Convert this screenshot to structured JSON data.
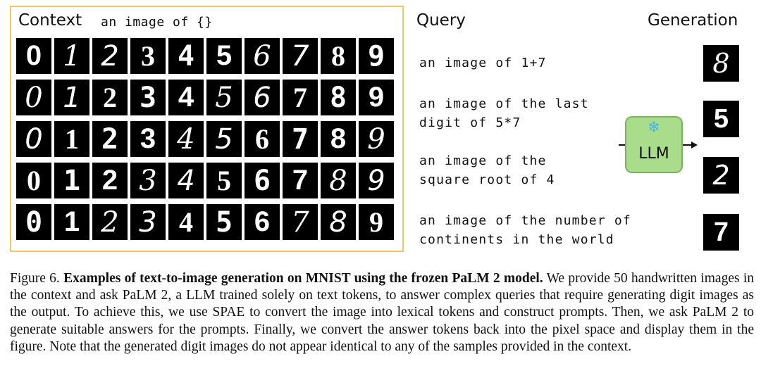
{
  "figure": {
    "context_title": "Context",
    "context_template": "an image of {}",
    "context_rows": [
      [
        "0",
        "1",
        "2",
        "3",
        "4",
        "5",
        "6",
        "7",
        "8",
        "9"
      ],
      [
        "0",
        "1",
        "2",
        "3",
        "4",
        "5",
        "6",
        "7",
        "8",
        "9"
      ],
      [
        "0",
        "1",
        "2",
        "3",
        "4",
        "5",
        "6",
        "7",
        "8",
        "9"
      ],
      [
        "0",
        "1",
        "2",
        "3",
        "4",
        "5",
        "6",
        "7",
        "8",
        "9"
      ],
      [
        "0",
        "1",
        "2",
        "3",
        "4",
        "5",
        "6",
        "7",
        "8",
        "9"
      ]
    ],
    "query_header": "Query",
    "generation_header": "Generation",
    "queries": [
      {
        "line1": "an image of 1+7",
        "line2": ""
      },
      {
        "line1": "an image of the last",
        "line2": "digit of 5*7"
      },
      {
        "line1": "an image of the",
        "line2": "square root of 4"
      },
      {
        "line1": "an image of the number of",
        "line2": "continents in the world"
      }
    ],
    "generations": [
      "8",
      "5",
      "2",
      "7"
    ],
    "llm_label": "LLM",
    "llm_icon": "snowflake-icon",
    "colors": {
      "context_border": "#f0c760",
      "llm_fill": "#a9dd8c",
      "llm_border": "#79b35a",
      "snowflake": "#4ab6e6"
    }
  },
  "caption": {
    "prefix": "Figure 6. ",
    "bold": "Examples of text-to-image generation on MNIST using the frozen PaLM 2 model.",
    "body": " We provide 50 handwritten images in the context and ask PaLM 2, a LLM trained solely on text tokens, to answer complex queries that require generating digit images as the output. To achieve this, we use SPAE to convert the image into lexical tokens and construct prompts. Then, we ask PaLM 2 to generate suitable answers for the prompts. Finally, we convert the answer tokens back into the pixel space and display them in the figure. Note that the generated digit images do not appear identical to any of the samples provided in the context."
  }
}
